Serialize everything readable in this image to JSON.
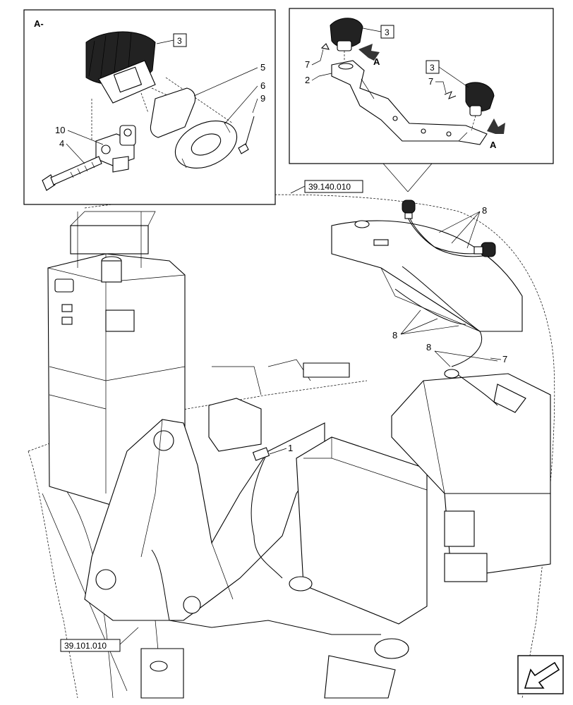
{
  "detail_a": {
    "title": "A-",
    "callouts": {
      "lamp": "3",
      "cover": "5",
      "ring": "6",
      "screw": "9",
      "bracket_item": "10",
      "bolt": "4"
    }
  },
  "detail_b": {
    "callouts": {
      "lamp_top": "3",
      "lamp_right": "3",
      "pin_top": "7",
      "pin_right": "7",
      "bracket_arm": "2",
      "view_arrow_top": "A",
      "view_arrow_right": "A"
    }
  },
  "main": {
    "callouts": {
      "switch": "1",
      "harness_group_top": "8",
      "harness_group_middle": "8",
      "harness_group_lower": "8",
      "clip": "7"
    },
    "references": {
      "top_ref": "39.140.010",
      "bottom_ref": "39.101.010"
    }
  },
  "nav": {
    "icon": "arrow-left-down-icon"
  }
}
